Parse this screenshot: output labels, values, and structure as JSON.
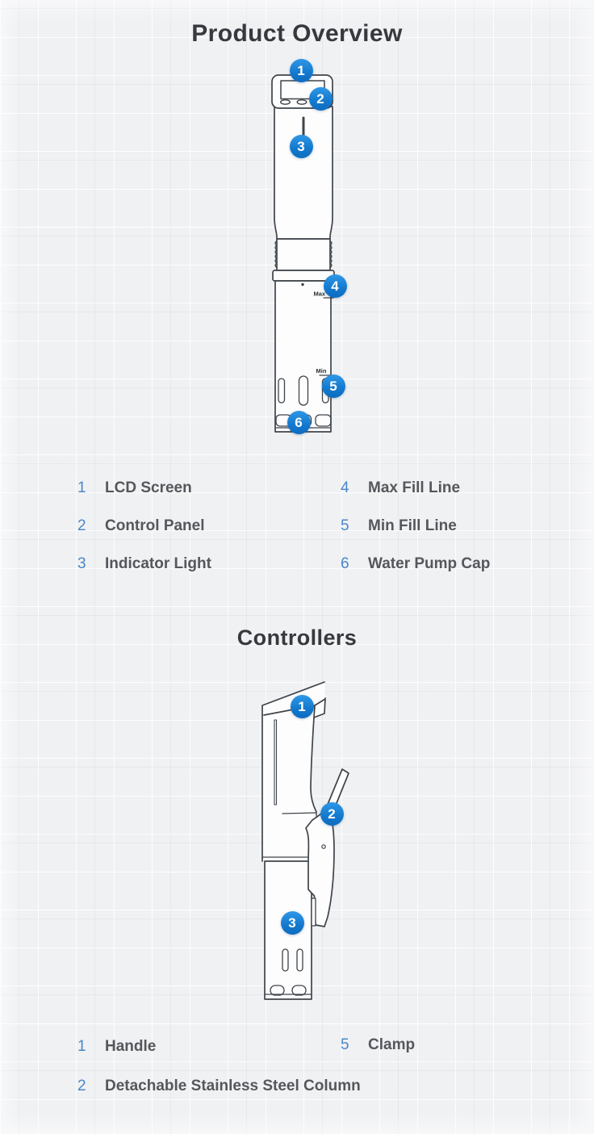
{
  "colors": {
    "background": "#f0f1f3",
    "callout_blue": "#1379ce",
    "legend_number_blue": "#4987c8",
    "label_gray": "#54575b",
    "title_gray": "#36393d",
    "line_art": "#3f444a"
  },
  "overview": {
    "title": "Product Overview",
    "device_labels": {
      "max": "Max",
      "min": "Min"
    },
    "callouts": [
      "1",
      "2",
      "3",
      "4",
      "5",
      "6"
    ],
    "legend": [
      {
        "num": "1",
        "label": "LCD Screen"
      },
      {
        "num": "2",
        "label": "Control Panel"
      },
      {
        "num": "3",
        "label": "Indicator Light"
      },
      {
        "num": "4",
        "label": "Max Fill Line"
      },
      {
        "num": "5",
        "label": "Min Fill Line"
      },
      {
        "num": "6",
        "label": "Water Pump Cap"
      }
    ]
  },
  "controllers": {
    "title": "Controllers",
    "callouts": [
      "1",
      "2",
      "3"
    ],
    "legend": [
      {
        "num": "1",
        "label": "Handle"
      },
      {
        "num": "5",
        "label": "Clamp"
      },
      {
        "num": "2",
        "label": "Detachable Stainless Steel Column"
      }
    ]
  }
}
